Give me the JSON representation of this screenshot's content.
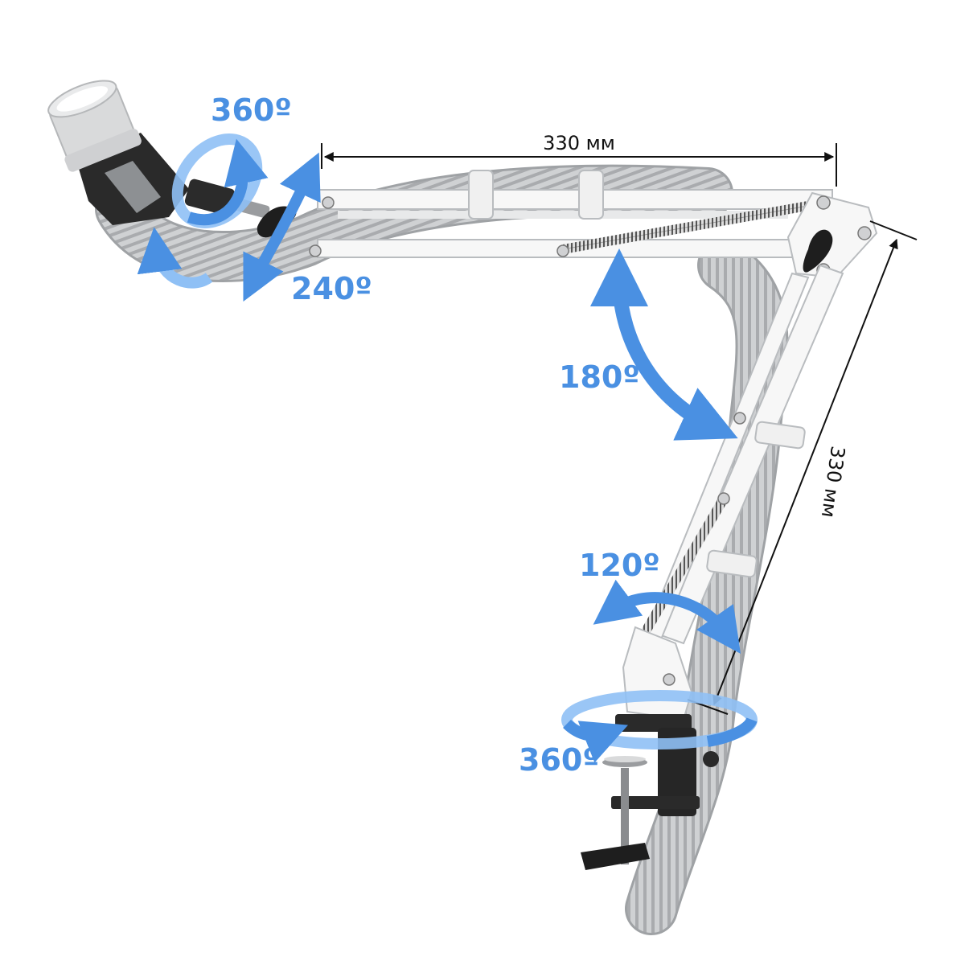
{
  "colors": {
    "accent": "#4a90e2",
    "accent_light": "#8fc0f5",
    "hose": "#c9cbcd",
    "hose_rib": "#a6a8ab",
    "arm": "#f7f7f7",
    "arm_edge": "#b9bcbf",
    "knob": "#222222",
    "text_dark": "#111111"
  },
  "dimensions": {
    "horizontal": "330 мм",
    "vertical": "330 мм"
  },
  "angles": {
    "nozzle_rotation": "360º",
    "nozzle_tilt": "240º",
    "elbow": "180º",
    "base_swivel": "120º",
    "base_rotation": "360º"
  }
}
